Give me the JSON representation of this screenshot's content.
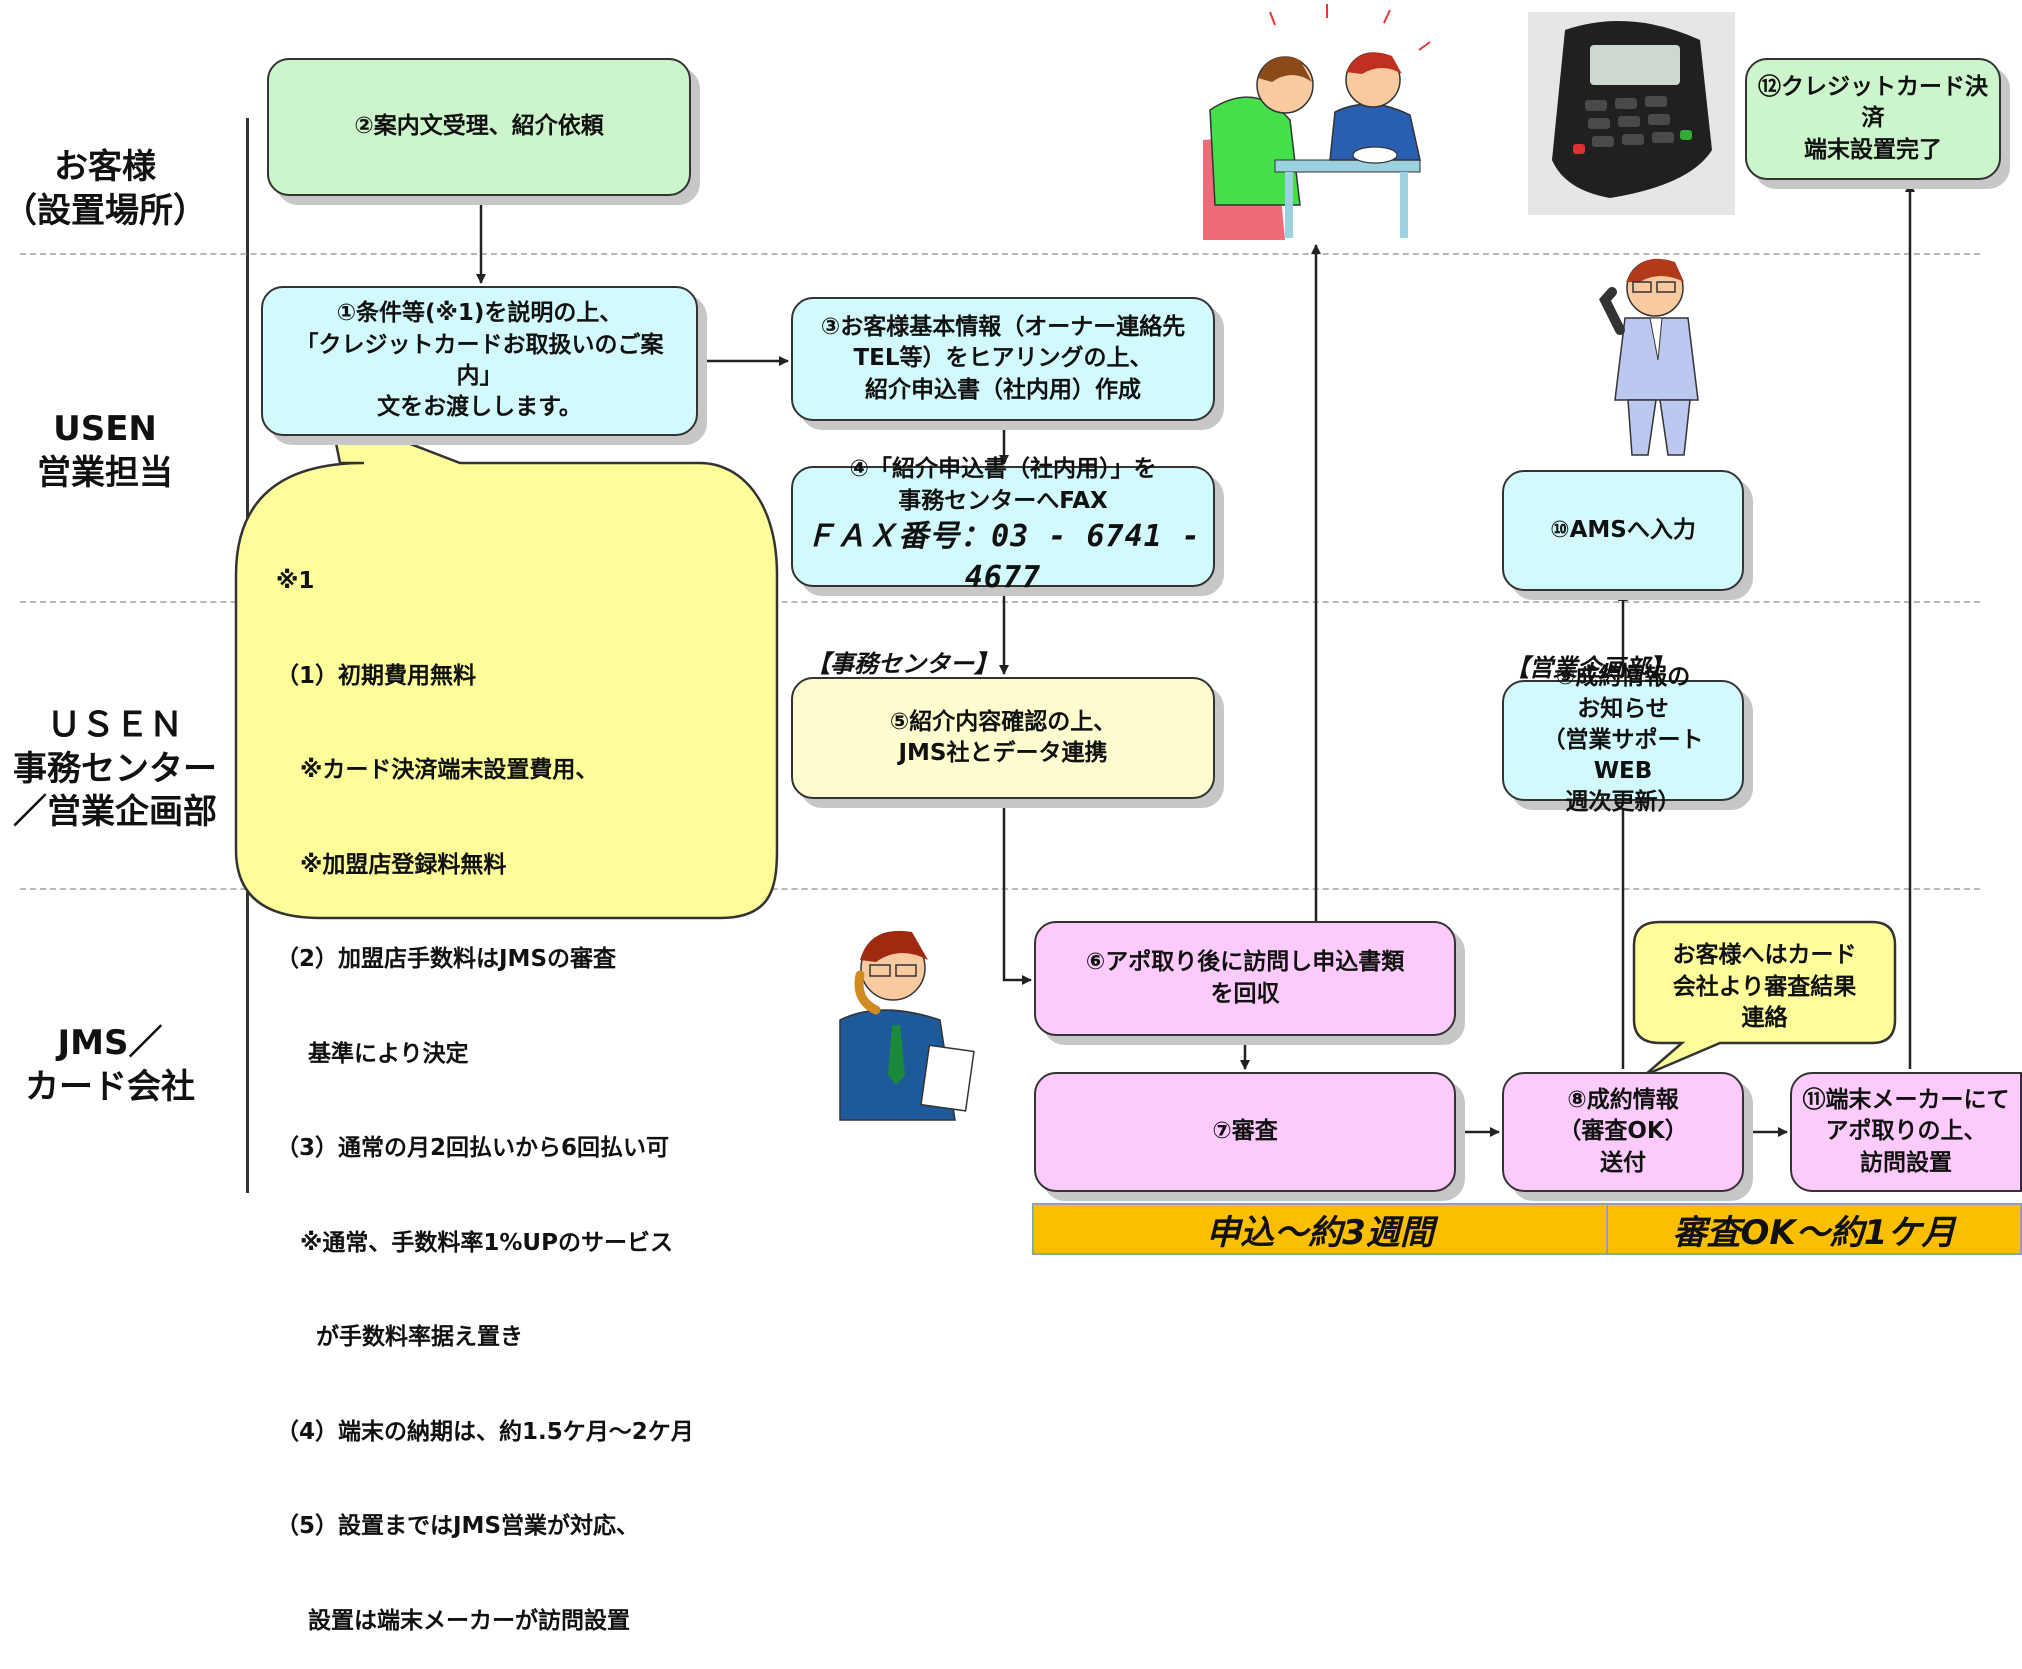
{
  "lanes": [
    {
      "label": "お客様\n（設置場所）"
    },
    {
      "label": "USEN\n営業担当"
    },
    {
      "label": "ＵＳＥＮ\n事務センター\n／営業企画部"
    },
    {
      "label": "JMS／\nカード会社"
    }
  ],
  "steps": {
    "s1": "①条件等(※1)を説明の上、\n「クレジットカードお取扱いのご案内」\n文をお渡しします。",
    "s2": "②案内文受理、紹介依頼",
    "s3": "③お客様基本情報（オーナー連絡先\nTEL等）をヒアリングの上、\n紹介申込書（社内用）作成",
    "s4": "④「紹介申込書（社内用）」を\n事務センターへFAX",
    "s4_fax": "ＦＡＸ番号：03 - 6741 - 4677",
    "s5": "⑤紹介内容確認の上、\nJMS社とデータ連携",
    "s6": "⑥アポ取り後に訪問し申込書類\nを回収",
    "s7": "⑦審査",
    "s8": "⑧成約情報\n（審査OK）\n送付",
    "s9": "⑨成約情報の\nお知らせ\n（営業サポートWEB\n週次更新）",
    "s10": "⑩AMSへ入力",
    "s11": "⑪端末メーカーにて\nアポ取りの上、\n訪問設置",
    "s12": "⑫クレジットカード決済\n端末設置完了"
  },
  "departments": {
    "jimu": "【事務センター】",
    "eigyo": "【営業企画部】"
  },
  "note": {
    "lines": [
      "※1",
      "（1）初期費用無料",
      "   ※カード決済端末設置費用、",
      "   ※加盟店登録料無料",
      "（2）加盟店手数料はJMSの審査",
      "    基準により決定",
      "（3）通常の月2回払いから6回払い可",
      "   ※通常、手数料率1%UPのサービス",
      "     が手数料率据え置き",
      "（4）端末の納期は、約1.5ケ月～2ケ月",
      "（5）設置まではJMS営業が対応、",
      "    設置は端末メーカーが訪問設置"
    ]
  },
  "bubble2": "お客様へはカード\n会社より審査結果\n連絡",
  "timeline": {
    "left": "申込～約3週間",
    "right": "審査OK～約1ケ月"
  },
  "colors": {
    "green": "#ccf5cc",
    "cyan": "#d2fafc",
    "yellow": "#fdfdd0",
    "pink": "#fccbfc",
    "timeline": "#fcbf00",
    "note": "#fdfd9a"
  }
}
